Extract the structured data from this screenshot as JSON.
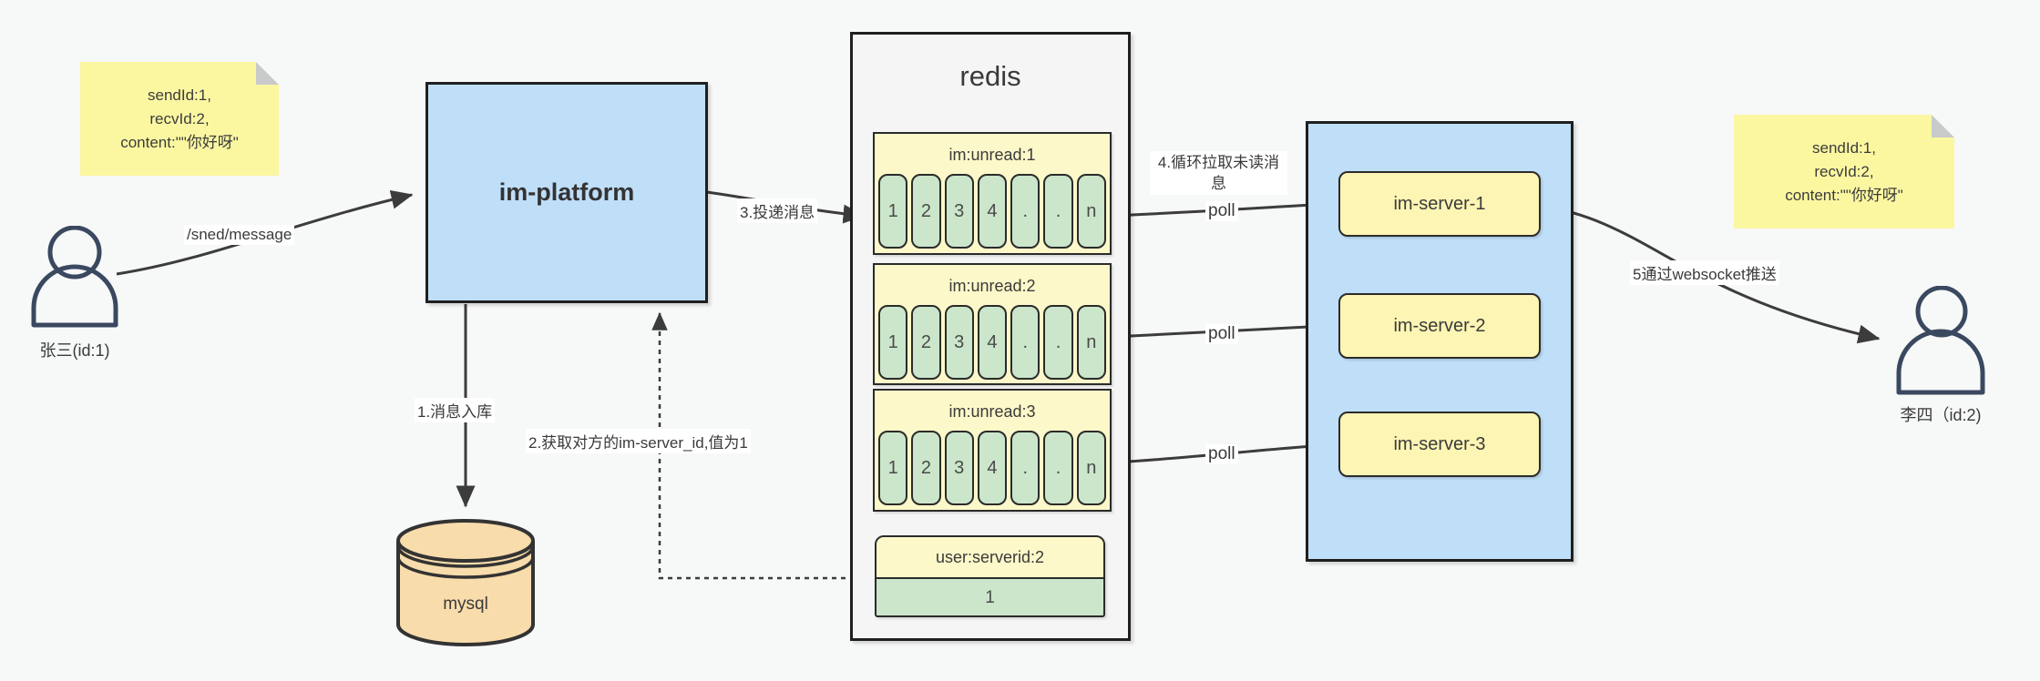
{
  "notes": {
    "sender": [
      "sendId:1,",
      "recvId:2,",
      "content:\"\"你好呀\""
    ],
    "receiver": [
      "sendId:1,",
      "recvId:2,",
      "content:\"\"你好呀\""
    ]
  },
  "actors": {
    "sender": {
      "label": "张三(id:1)"
    },
    "receiver": {
      "label": "李四（id:2)"
    }
  },
  "platform": {
    "title": "im-platform"
  },
  "mysql": {
    "label": "mysql"
  },
  "redis": {
    "title": "redis",
    "queues": [
      {
        "header": "im:unread:1",
        "cells": [
          "1",
          "2",
          "3",
          "4",
          ".",
          ".",
          "n"
        ]
      },
      {
        "header": "im:unread:2",
        "cells": [
          "1",
          "2",
          "3",
          "4",
          ".",
          ".",
          "n"
        ]
      },
      {
        "header": "im:unread:3",
        "cells": [
          "1",
          "2",
          "3",
          "4",
          ".",
          ".",
          "n"
        ]
      }
    ],
    "mapping": {
      "header": "user:serverid:2",
      "value": "1"
    }
  },
  "servers": {
    "items": [
      {
        "label": "im-server-1"
      },
      {
        "label": "im-server-2"
      },
      {
        "label": "im-server-3"
      }
    ]
  },
  "edges": {
    "send": "/sned/message",
    "step1": "1.消息入库",
    "step2": "2.获取对方的im-server_id,值为1",
    "step3": "3.投递消息",
    "step4": "4.循环拉取未读消息",
    "step5": "5通过websocket推送",
    "poll": "poll"
  },
  "colors": {
    "canvas_bg": "#f7f8f8",
    "note_yellow": "#fbf7a1",
    "platform_blue": "#bfdef8",
    "container_gray": "#f5f5f5",
    "queue_yellow": "#fcf8c9",
    "cell_green": "#cbe6cb",
    "server_yellow": "#fcf5b4",
    "mysql_orange": "#f8dcab",
    "line_dark": "#3c3c3c",
    "person_stroke": "#3a4860"
  }
}
